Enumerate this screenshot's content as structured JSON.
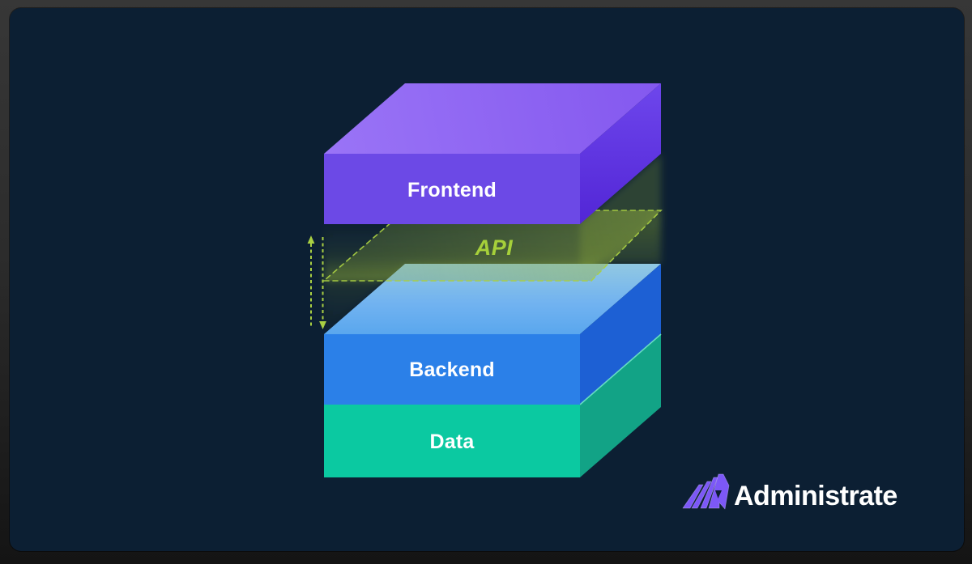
{
  "window": {
    "panel_bg": "#0c1f33",
    "frame_top": "#373737",
    "frame_bottom": "#141414"
  },
  "stack": {
    "frontend": {
      "label": "Frontend"
    },
    "api": {
      "label": "API"
    },
    "backend": {
      "label": "Backend"
    },
    "data": {
      "label": "Data"
    }
  },
  "brand": {
    "name": "Administrate"
  },
  "colors": {
    "frontend_top": "#8d64f2",
    "frontend_front": "#6c49e6",
    "backend_front": "#2b80e8",
    "backend_side": "#1d60d4",
    "data_front": "#0bc9a1",
    "data_side": "#12a386",
    "api_green": "#a6d03a",
    "dash_green": "#a9cf43",
    "label_text": "#ffffff",
    "logo_purple": "#7c58f7",
    "brand_text": "#ffffff"
  }
}
